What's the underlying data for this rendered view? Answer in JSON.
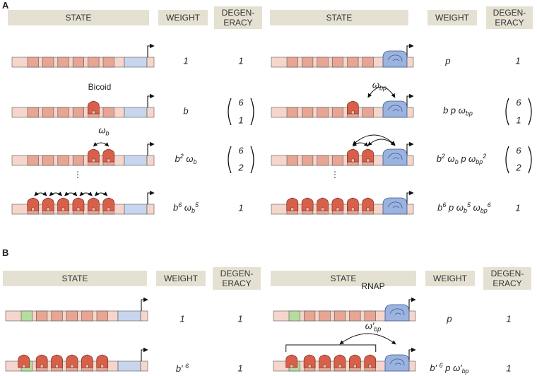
{
  "panel_a": {
    "label": "A",
    "headers": {
      "state": "STATE",
      "weight": "WEIGHT",
      "degeneracy": "DEGEN-\nERACY"
    },
    "rows": [
      {
        "left": {
          "bicoid": 0,
          "weight": "1",
          "deg": "1"
        },
        "right": {
          "bicoid": 0,
          "weight": "p",
          "deg": "1"
        }
      },
      {
        "left": {
          "bicoid": 1,
          "weight": "b",
          "deg_top": "6",
          "deg_bottom": "1"
        },
        "right": {
          "bicoid": 1,
          "weight": "b p ω_bp",
          "deg_top": "6",
          "deg_bottom": "1"
        }
      },
      {
        "left": {
          "bicoid": 2,
          "weight": "b² ω_b",
          "deg_top": "6",
          "deg_bottom": "2"
        },
        "right": {
          "bicoid": 2,
          "weight": "b² ω_b p ω_bp²",
          "deg_top": "6",
          "deg_bottom": "2"
        }
      },
      {
        "left": {
          "bicoid": 6,
          "weight": "b⁶ ω_b⁵",
          "deg": "1"
        },
        "right": {
          "bicoid": 6,
          "weight": "b⁶ p ω_b⁵ ω_bp⁶",
          "deg": "1"
        }
      }
    ],
    "annotations": {
      "bicoid": "Bicoid",
      "omega_b": "ω_b",
      "omega_bp": "ω_bp",
      "ellipsis": "⋮"
    }
  },
  "panel_b": {
    "label": "B",
    "headers": {
      "state": "STATE",
      "weight": "WEIGHT",
      "degeneracy": "DEGEN-\nERACY"
    },
    "rows": [
      {
        "left": {
          "weight": "1",
          "deg": "1"
        },
        "right": {
          "weight": "p",
          "deg": "1"
        }
      },
      {
        "left": {
          "weight": "b′ ⁶",
          "deg": "1"
        },
        "right": {
          "weight": "b′ ⁶ p ω′_bp",
          "deg": "1"
        }
      }
    ],
    "annotations": {
      "rnap": "RNAP",
      "omega_prime_bp": "ω′_bp"
    }
  },
  "colors": {
    "header_bg": "#e5e1d2",
    "dna_light": "#f6d6cc",
    "site": "#e8a594",
    "promoter": "#c7d6ee",
    "bicoid": "#d8604a",
    "rnap": "#9bb3de",
    "mutated_site": "#b6dca0"
  }
}
